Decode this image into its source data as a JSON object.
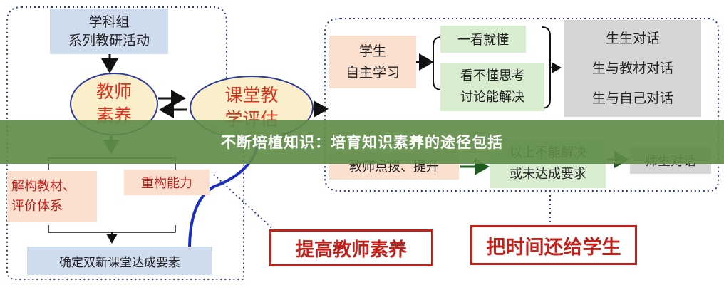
{
  "left": {
    "group_box": "学科组\n系列教研活动",
    "teacher_ellipse": "教师\n素养",
    "class_ellipse": "课堂教\n学评估",
    "textbook_box": "解构教材、\n评价体系",
    "rebuild_box": "重构能力",
    "standard_box": "确定双新课堂达成要素",
    "callout": "提高教师素养"
  },
  "right": {
    "student_box": "学生\n自主学习",
    "understand_box": "一看就懂",
    "discuss_box": "看不懂思考\n讨论能解决",
    "dialog_box": "生生对话\n生与教材对话\n生与自己对话",
    "teacher_guide_box": "教师点拨、提升",
    "cannot_box": "以上不能解决\n或未达成要求",
    "teacher_student_box": "师生对话",
    "callout": "把时间还给学生"
  },
  "banner": {
    "title": "不断培植知识：培育知识素养的途径包括"
  },
  "colors": {
    "ellipse_fill": "#fbeecb",
    "ellipse_stroke": "#2b3a9a",
    "ellipse_text": "#d4351c",
    "group_fill": "#cfdcee",
    "peach_fill": "#fbe0d0",
    "green_fill": "#d8ecd0",
    "gray_fill": "#d6d6d6",
    "callout_red": "#c0211a",
    "banner": "#608c48"
  }
}
